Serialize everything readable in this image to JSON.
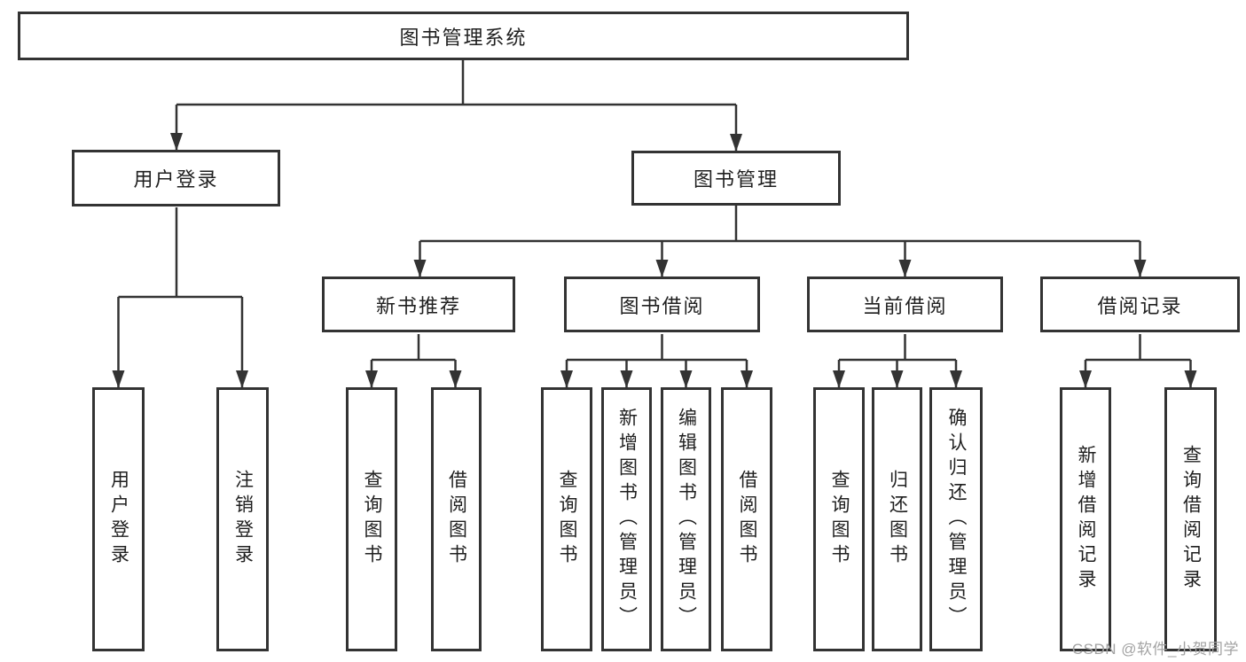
{
  "diagram": {
    "type": "hierarchy-tree",
    "root": {
      "label": "图书管理系统"
    },
    "level2": [
      {
        "label": "用户登录",
        "children": [
          {
            "label": "用户登录"
          },
          {
            "label": "注销登录"
          }
        ]
      },
      {
        "label": "图书管理",
        "children": [
          {
            "label": "新书推荐",
            "children": [
              {
                "label": "查询图书"
              },
              {
                "label": "借阅图书"
              }
            ]
          },
          {
            "label": "图书借阅",
            "children": [
              {
                "label": "查询图书"
              },
              {
                "label": "新增图书（管理员）"
              },
              {
                "label": "编辑图书（管理员）"
              },
              {
                "label": "借阅图书"
              }
            ]
          },
          {
            "label": "当前借阅",
            "children": [
              {
                "label": "查询图书"
              },
              {
                "label": "归还图书"
              },
              {
                "label": "确认归还（管理员）"
              }
            ]
          },
          {
            "label": "借阅记录",
            "children": [
              {
                "label": "新增借阅记录"
              },
              {
                "label": "查询借阅记录"
              }
            ]
          }
        ]
      }
    ],
    "watermark": "CSDN @软件_小贺同学",
    "colors": {
      "line": "#333333",
      "border": "#333333",
      "text": "#1f1f1f",
      "background": "#ffffff",
      "watermark": "#a3a3a3"
    }
  }
}
